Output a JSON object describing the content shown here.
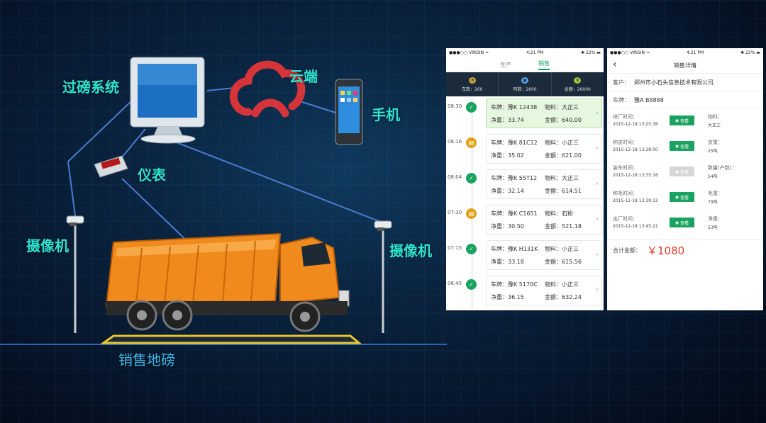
{
  "diagram": {
    "labels": {
      "weighing_system": "过磅系统",
      "cloud": "云端",
      "phone": "手机",
      "meter": "仪表",
      "camera_left": "摄像机",
      "camera_right": "摄像机",
      "scale": "销售地磅"
    },
    "colors": {
      "label": "#2ee3d0",
      "ground_label": "#3fb6e6",
      "line": "#4a7bd0",
      "truck": "#f08a1c",
      "scale_bar": "#e8c62a",
      "cloud": "#d5343a"
    }
  },
  "phone_list": {
    "status": {
      "carrier": "●●●○○ VIRGIN ≈",
      "time": "4:21 PM",
      "battery": "✱ 22% ▬"
    },
    "tabs": [
      "生产",
      "销售"
    ],
    "active_tab": 1,
    "summary": [
      {
        "icon": "truck-icon",
        "label": "车数：260"
      },
      {
        "icon": "scale-icon",
        "label": "吨数：2600"
      },
      {
        "icon": "coin-icon",
        "label": "金额：26000"
      }
    ],
    "rows": [
      {
        "time": "08:30",
        "status": "green",
        "plate": "车牌：豫K 12438",
        "material": "物料：大正三",
        "net": "净重：33.74",
        "amount": "金额：640.00",
        "highlight": true
      },
      {
        "time": "08:16",
        "status": "orange",
        "plate": "车牌：豫K 81C12",
        "material": "物料：小正三",
        "net": "净重：35.02",
        "amount": "金额：621.00",
        "highlight": false
      },
      {
        "time": "08:04",
        "status": "green",
        "plate": "车牌：豫K 55T12",
        "material": "物料：大正三",
        "net": "净重：32.14",
        "amount": "金额：614.51",
        "highlight": false
      },
      {
        "time": "07:30",
        "status": "orange",
        "plate": "车牌：豫K C1651",
        "material": "物料：石粉",
        "net": "净重：30.50",
        "amount": "金额：521.18",
        "highlight": false
      },
      {
        "time": "07:15",
        "status": "green",
        "plate": "车牌：豫K H131K",
        "material": "物料：小正三",
        "net": "净重：33.18",
        "amount": "金额：615.56",
        "highlight": false
      },
      {
        "time": "06:45",
        "status": "green",
        "plate": "车牌：豫K 5170C",
        "material": "物料：小正三",
        "net": "净重：36.15",
        "amount": "金额：632.24",
        "highlight": false
      }
    ]
  },
  "phone_detail": {
    "status": {
      "carrier": "●●●○○ VIRGIN ≈",
      "time": "4:21 PM",
      "battery": "✱ 22% ▬"
    },
    "title": "销售详情",
    "customer_label": "客户：",
    "customer": "郑州市小石头信息技术有限公司",
    "plate_label": "车牌：",
    "plate": "豫A B8888",
    "view_label": "查看",
    "details": [
      {
        "label": "进厂时间：",
        "value": "2015-12-18 13:25:38",
        "btn_enabled": true,
        "rlabel": "物料：",
        "rvalue": "大正三"
      },
      {
        "label": "称皮时间：",
        "value": "2015-12-18 13:28:00",
        "btn_enabled": true,
        "rlabel": "皮重：",
        "rvalue": "25吨"
      },
      {
        "label": "装车时间：",
        "value": "2015-12-18 13:35:18",
        "btn_enabled": false,
        "rlabel": "数量(产数)：",
        "rvalue": "54吨"
      },
      {
        "label": "称毛时间：",
        "value": "2015-12-18 13:39:12",
        "btn_enabled": true,
        "rlabel": "毛重：",
        "rvalue": "79吨"
      },
      {
        "label": "出厂时间：",
        "value": "2015-12-18 13:45:21",
        "btn_enabled": true,
        "rlabel": "净重：",
        "rvalue": "53吨"
      }
    ],
    "total_label": "合计金额：",
    "total_amount": "￥1080"
  }
}
